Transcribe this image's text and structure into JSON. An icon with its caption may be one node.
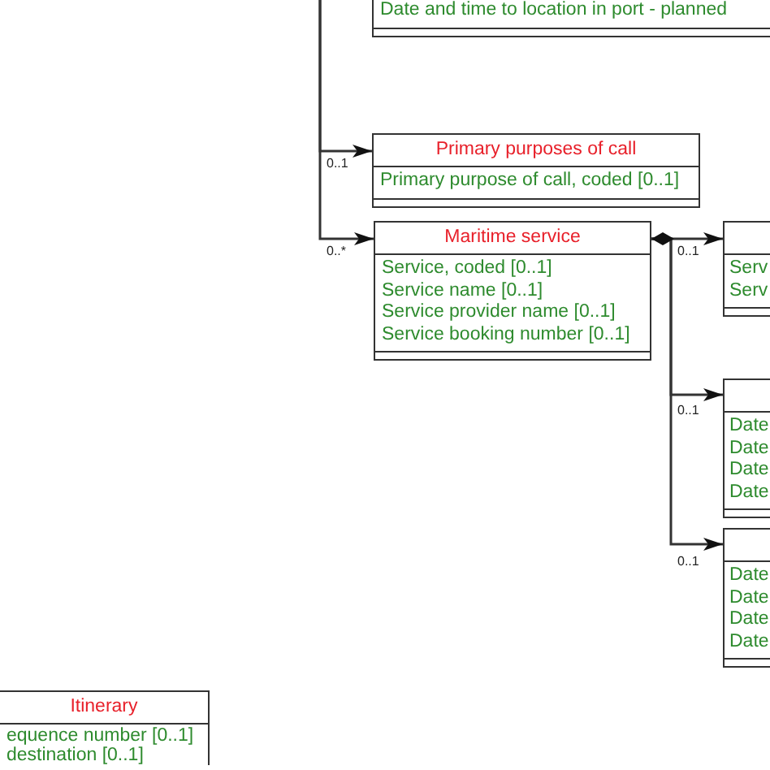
{
  "diagram": {
    "nodes": [
      {
        "text": [
          "Date and time to location in port - planned"
        ]
      },
      {
        "text": [
          "Primary purposes of call",
          "Primary purpose of call, coded [0..1]"
        ]
      },
      {
        "text": [
          "Maritime service",
          "Service, coded [0..1]",
          "Service name [0..1]",
          "Service provider name [0..1]",
          "Service booking number [0..1]"
        ]
      },
      {
        "text": [
          "Serv",
          "Serv"
        ]
      },
      {
        "text": [
          "Date",
          "Date",
          "Date",
          "Date"
        ]
      },
      {
        "text": [
          "Date",
          "Date",
          "Date",
          "Date"
        ]
      },
      {
        "text": [
          "Itinerary",
          "equence number [0..1]",
          "destination [0..1]"
        ]
      }
    ],
    "edges": [
      {
        "from": null,
        "to": 1,
        "arrow": "to",
        "label": "0..1"
      },
      {
        "from": null,
        "to": 2,
        "arrow": "to",
        "label": "0..*"
      },
      {
        "from": 2,
        "to": 3,
        "arrow": "to",
        "label": "0..1"
      },
      {
        "from": 2,
        "to": 4,
        "arrow": "to",
        "label": "0..1"
      },
      {
        "from": 2,
        "to": 5,
        "arrow": "to",
        "label": "0..1"
      }
    ]
  }
}
